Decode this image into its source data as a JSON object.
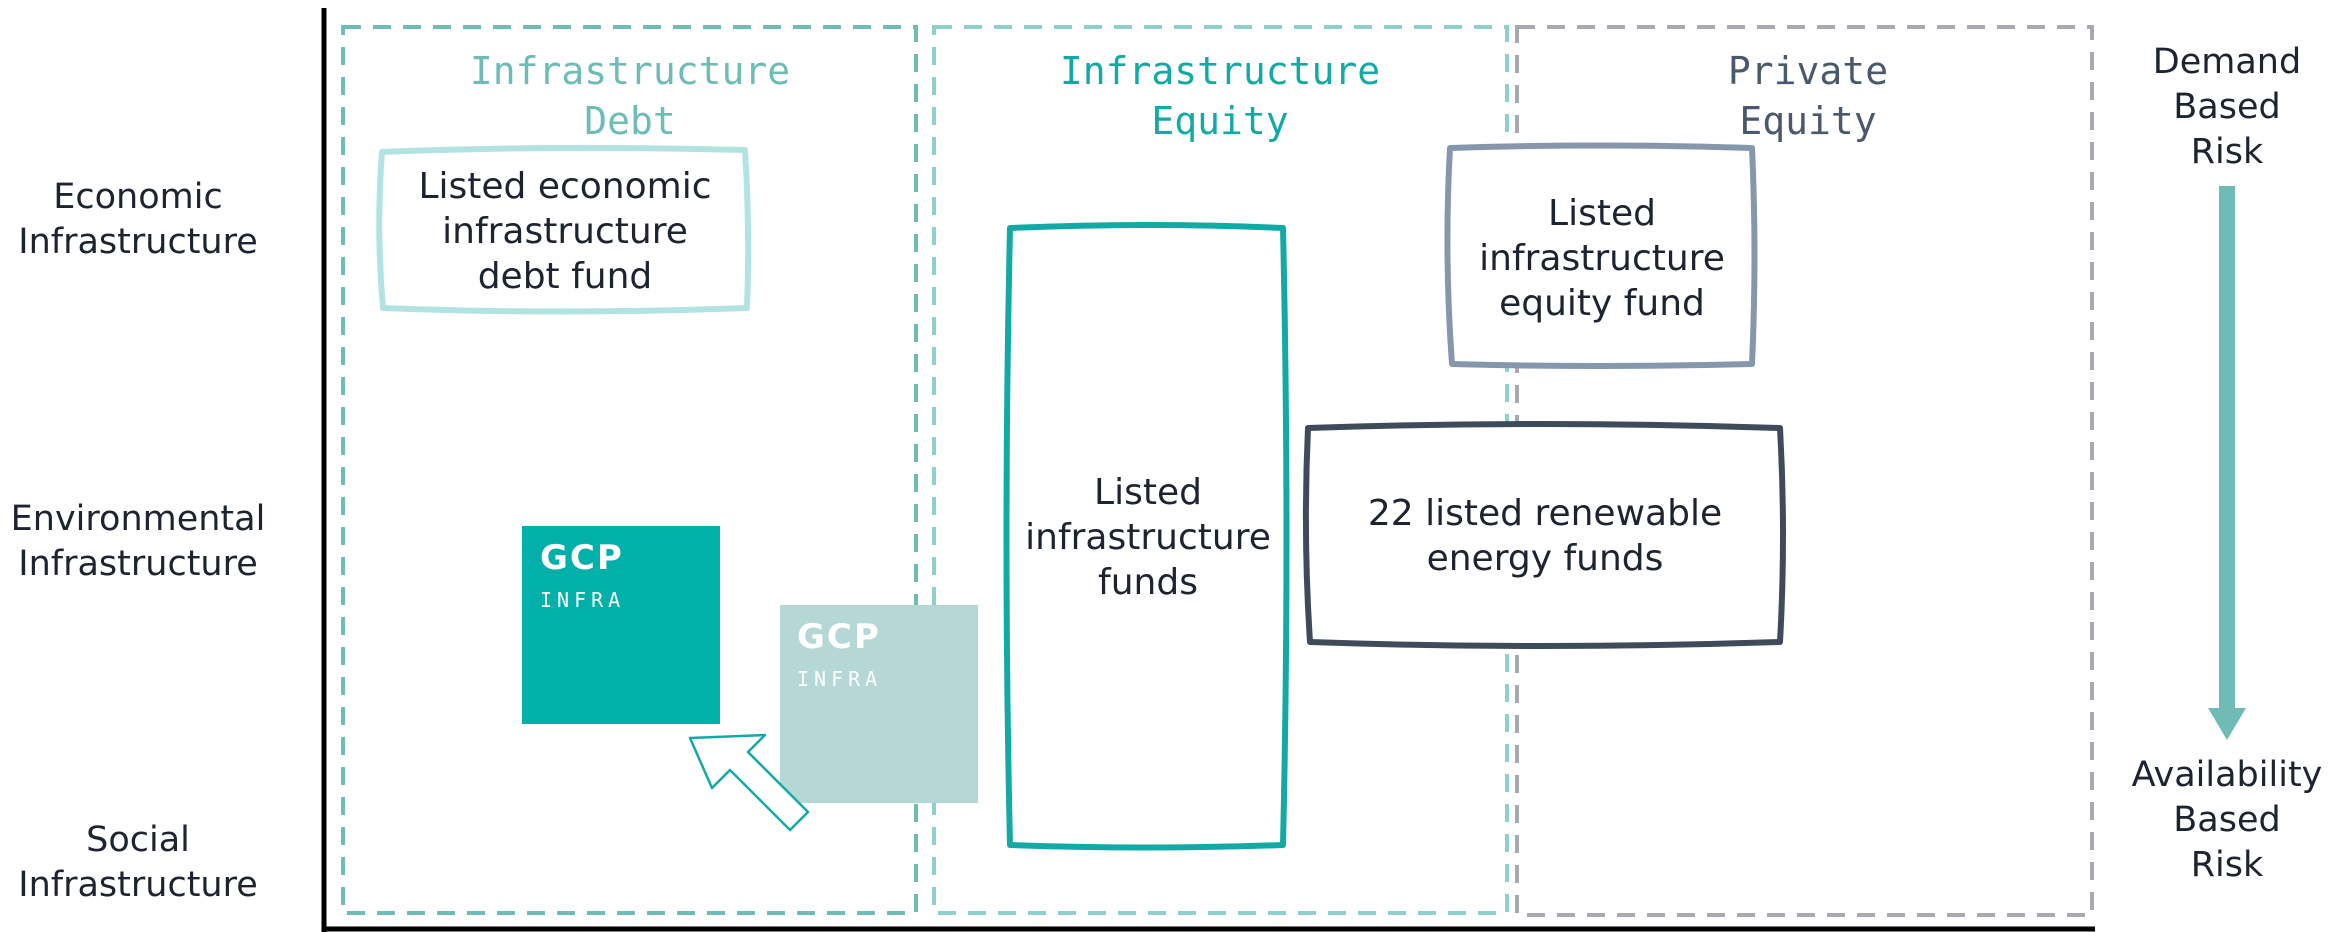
{
  "row_labels": {
    "economic": "Economic\nInfrastructure",
    "environmental": "Environmental\nInfrastructure",
    "social": "Social\nInfrastructure"
  },
  "columns": {
    "infra_debt": {
      "title": "Infrastructure\nDebt",
      "color": "#6fbcb6"
    },
    "infra_equity": {
      "title": "Infrastructure\nEquity",
      "color": "#13aaa6"
    },
    "private_equity": {
      "title": "Private\nEquity",
      "color": "#4a586c"
    }
  },
  "boxes": {
    "debt_fund": {
      "label": "Listed economic\ninfrastructure\ndebt fund",
      "color": "#b2e3e2"
    },
    "infra_funds": {
      "label": "Listed\ninfrastructure\nfunds",
      "color": "#13aaa6"
    },
    "equity_fund": {
      "label": "Listed\ninfrastructure\nequity fund",
      "color": "#8696ad"
    },
    "renewable_funds": {
      "label": "22 listed renewable\nenergy funds",
      "color": "#3f4a5a"
    }
  },
  "logos": {
    "primary": {
      "gcp": "GCP",
      "infra": "INFRA",
      "color": "#02b0aa"
    },
    "faded": {
      "gcp": "GCP",
      "infra": "INFRA",
      "color": "#b5d8d7"
    }
  },
  "risk": {
    "top": "Demand\nBased\nRisk",
    "bottom": "Availability\nBased\nRisk",
    "arrow_color": "#6fbcb6"
  },
  "icons": {
    "move_arrow": "arrow-up-left-icon",
    "risk_arrow": "arrow-down-icon"
  }
}
